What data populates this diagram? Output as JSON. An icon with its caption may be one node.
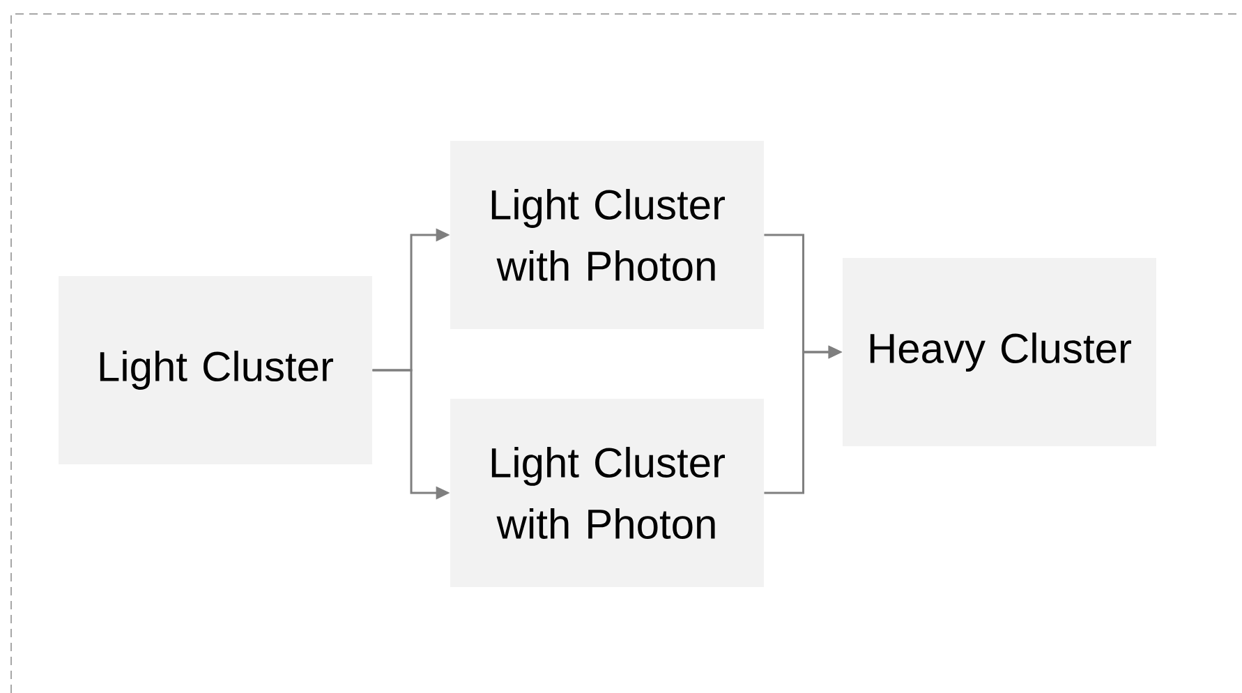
{
  "diagram": {
    "nodes": [
      {
        "text": [
          "Light Cluster"
        ]
      },
      {
        "text": [
          "Light Cluster with Photon"
        ]
      },
      {
        "text": [
          "Light Cluster with Photon"
        ]
      },
      {
        "text": [
          "Heavy Cluster"
        ]
      }
    ],
    "edges": [
      {
        "from": 0,
        "to": 1,
        "arrow": "to"
      },
      {
        "from": 0,
        "to": 2,
        "arrow": "to"
      },
      {
        "from": 1,
        "to": 3,
        "arrow": "to"
      },
      {
        "from": 2,
        "to": 3,
        "arrow": "to"
      }
    ]
  }
}
